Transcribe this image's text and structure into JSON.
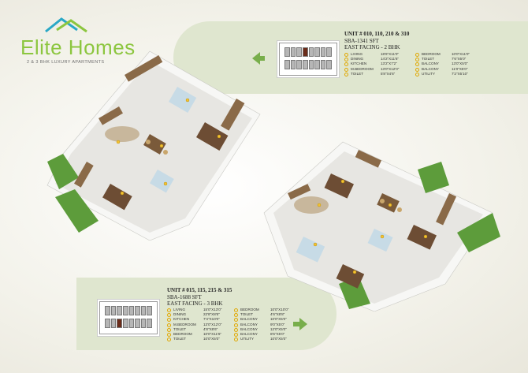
{
  "brand": {
    "name": "Elite Homes",
    "tagline": "2 & 3 BHK LUXURY APARTMENTS",
    "colors": {
      "primary": "#8cc63f",
      "accent": "#2aa8c6"
    }
  },
  "top_unit": {
    "title": "UNIT # 010, 110, 210 & 310",
    "area": "SBA-1341 SFT",
    "facing": "EAST FACING - 2 BHK",
    "rooms": [
      {
        "name": "LIVING",
        "size": "18'6\"X11'0\""
      },
      {
        "name": "DINING",
        "size": "14'2\"X11'6\""
      },
      {
        "name": "KITCHEN",
        "size": "13'2\"X7'2\""
      },
      {
        "name": "M.BEDROOM",
        "size": "13'0\"X12'0\""
      },
      {
        "name": "TOILET",
        "size": "5'8\"X4'6\""
      },
      {
        "name": "BEDROOM",
        "size": "10'0\"X11'0\""
      },
      {
        "name": "TOILET",
        "size": "7'6\"X5'0\""
      },
      {
        "name": "BALCONY",
        "size": "13'0\"X5'0\""
      },
      {
        "name": "BALCONY",
        "size": "11'0\"X5'0\""
      },
      {
        "name": "UTILITY",
        "size": "7'2\"X5'10\""
      }
    ]
  },
  "bottom_unit": {
    "title": "UNIT # 015, 115, 215 & 315",
    "area": "SBA-1688 SFT",
    "facing": "EAST FACING - 3 BHK",
    "rooms": [
      {
        "name": "LIVING",
        "size": "15'0\"X13'0\""
      },
      {
        "name": "DINING",
        "size": "22'8\"X8'6\""
      },
      {
        "name": "KITCHEN",
        "size": "7'4\"X10'0\""
      },
      {
        "name": "M.BEDROOM",
        "size": "13'0\"X12'0\""
      },
      {
        "name": "TOILET",
        "size": "4'8\"X8'6\""
      },
      {
        "name": "BEDROOM",
        "size": "10'0\"X11'6\""
      },
      {
        "name": "TOILET",
        "size": "10'0\"X5'0\""
      },
      {
        "name": "BEDROOM",
        "size": "10'0\"X10'0\""
      },
      {
        "name": "TOILET",
        "size": "4'6\"X8'8\""
      },
      {
        "name": "BALCONY",
        "size": "10'0\"X5'0\""
      },
      {
        "name": "BALCONY",
        "size": "9'0\"X5'0\""
      },
      {
        "name": "BALCONY",
        "size": "12'0\"X5'0\""
      },
      {
        "name": "BALCONY",
        "size": "8'6\"X5'0\""
      },
      {
        "name": "UTILITY",
        "size": "10'0\"X5'0\""
      }
    ]
  },
  "icons": {
    "arrow_top": "arrow-left-icon",
    "arrow_bottom": "arrow-right-icon",
    "room_marker": "circle-marker-icon"
  }
}
